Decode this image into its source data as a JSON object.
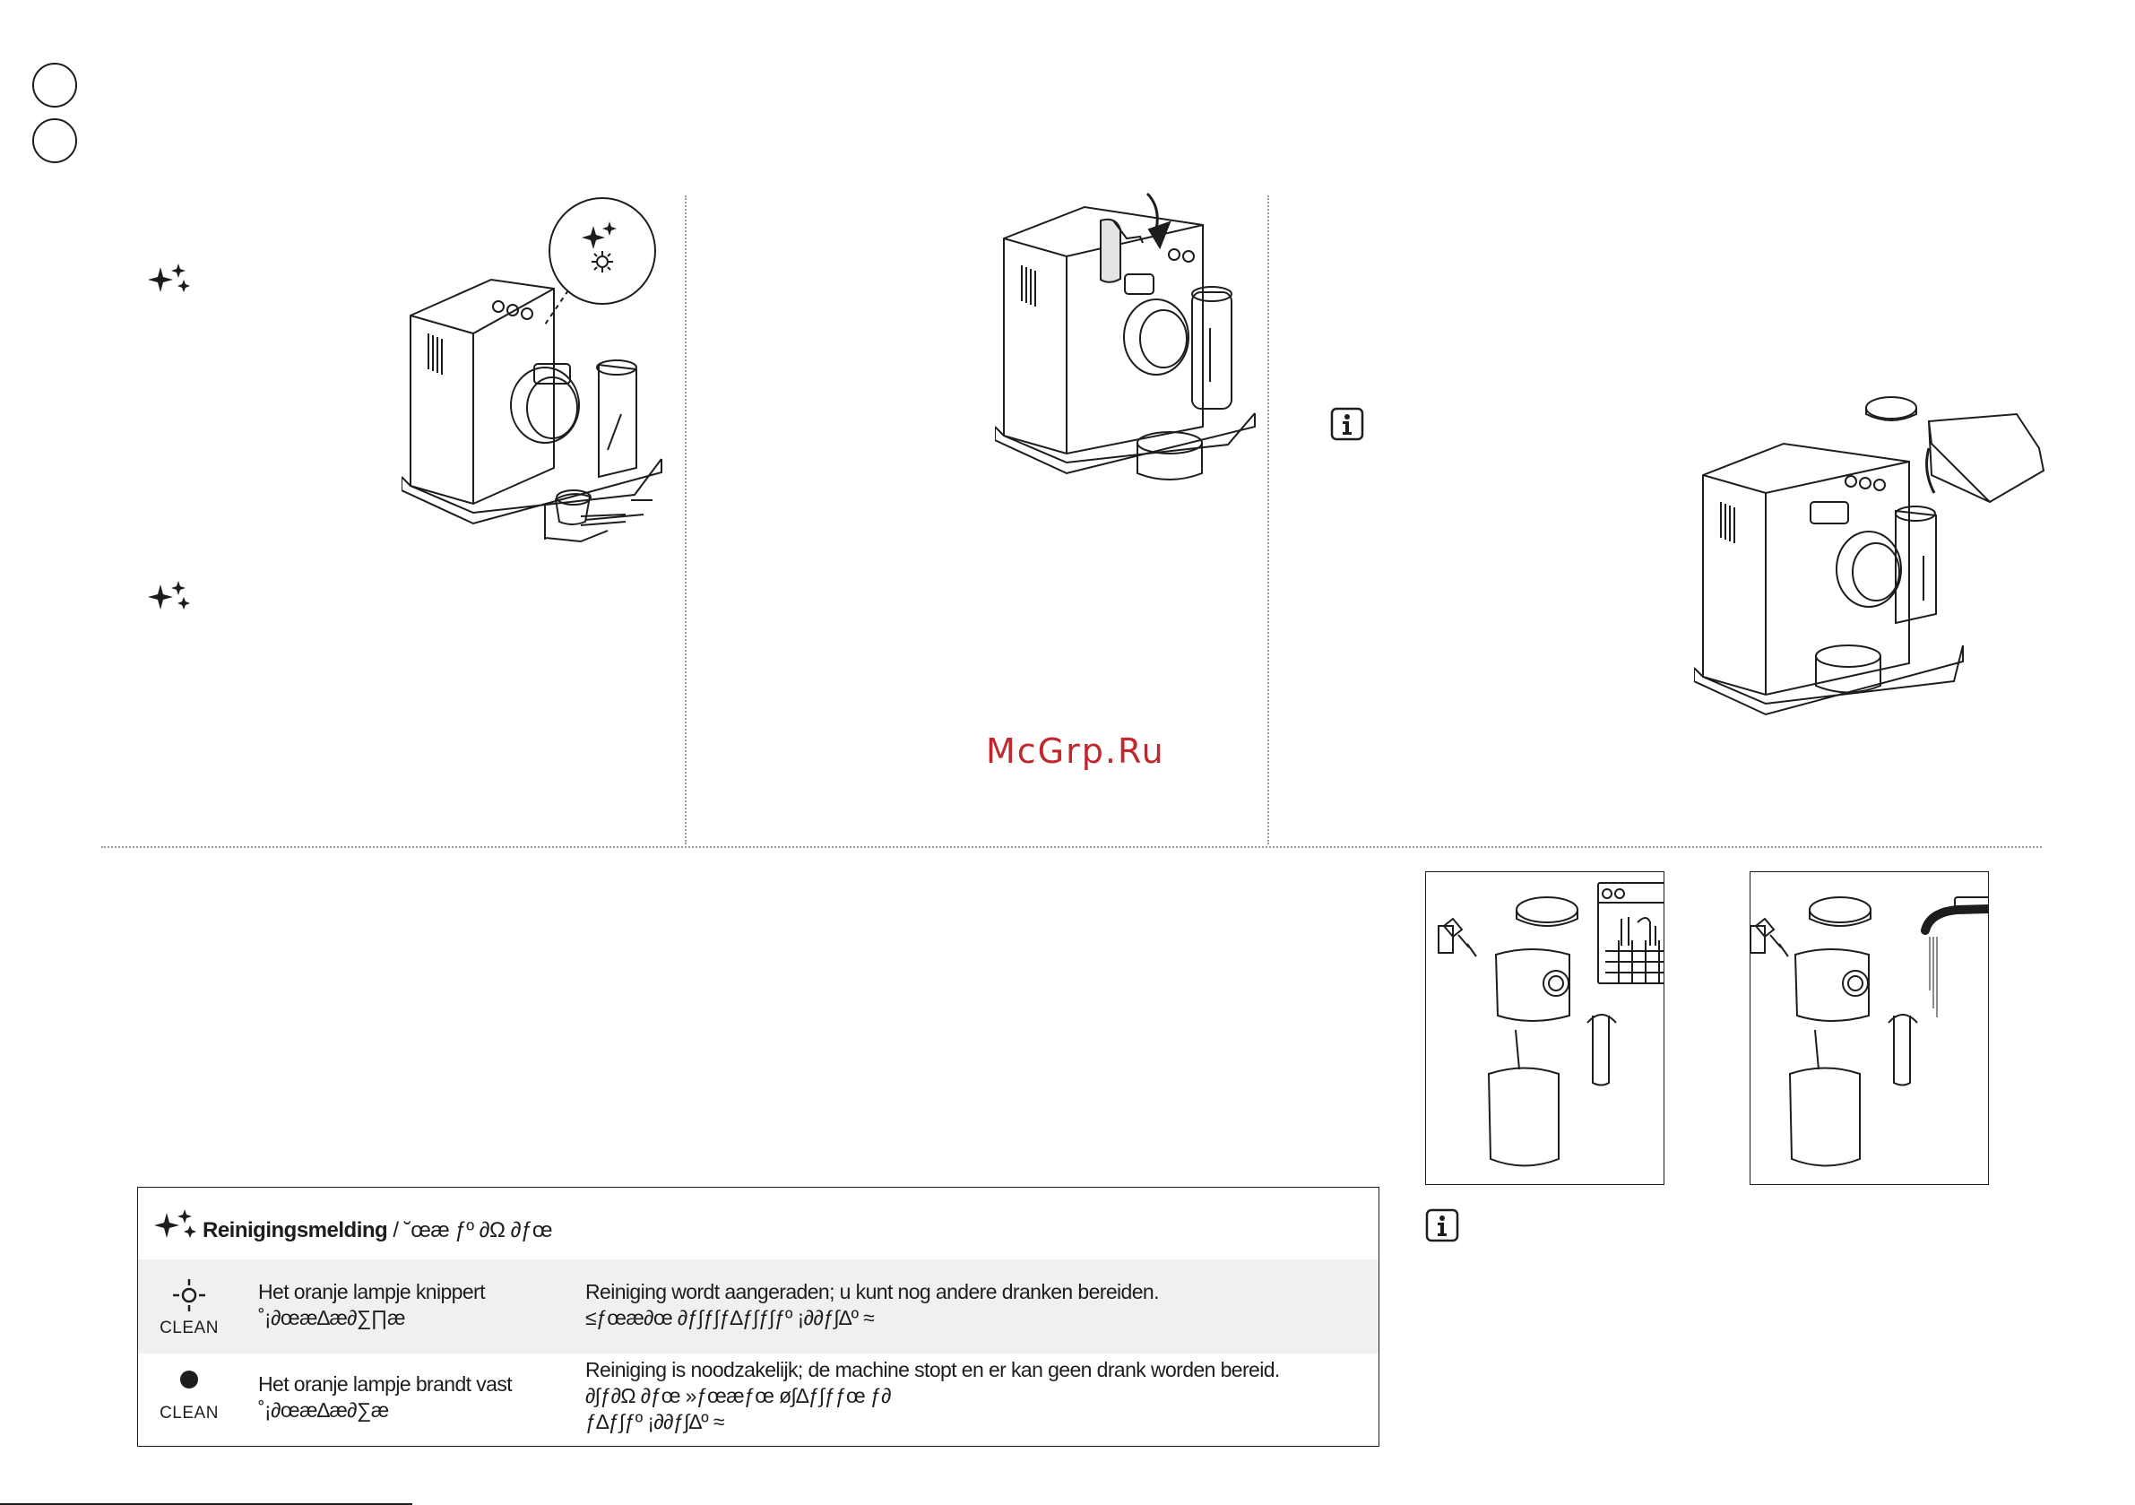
{
  "watermark": "McGrp.Ru",
  "clean_table": {
    "title_bold": "Reinigingsmelding",
    "title_separator": " / ",
    "title_alt": "˘œæ ƒº ∂Ω ∂ƒœ",
    "rows": [
      {
        "indicator_label": "CLEAN",
        "state_nl": "Het oranje lampje knippert",
        "state_alt": "˚¡∂œæ∆æ∂∑∏æ",
        "desc_nl": "Reiniging wordt aangeraden; u kunt nog andere dranken bereiden.",
        "desc_alt": "≤ƒœæ∂œ ∂ƒ∫ƒ∫ƒ∆ƒ∫ƒ∫ƒº ¡∂∂ƒ∫∆º ≈"
      },
      {
        "indicator_label": "CLEAN",
        "state_nl": "Het oranje lampje brandt vast",
        "state_alt": "˚¡∂œæ∆æ∂∑æ",
        "desc_nl": "Reiniging is noodzakelijk; de machine stopt en er kan geen drank worden bereid.",
        "desc_alt_1": "∂∫ƒ∂Ω ∂ƒœ  »ƒœæƒœ ø∫∆ƒ∫ƒƒœ ƒ∂",
        "desc_alt_2": "ƒ∆ƒ∫ƒº ¡∂∂ƒ∫∆º ≈"
      }
    ]
  },
  "icons": {
    "language_markers": [
      "circle-marker",
      "circle-marker"
    ],
    "sparkle": "sparkle-icon",
    "info": "info-icon",
    "blink_light": "blinking-light-icon",
    "solid_light": "solid-light-icon"
  }
}
